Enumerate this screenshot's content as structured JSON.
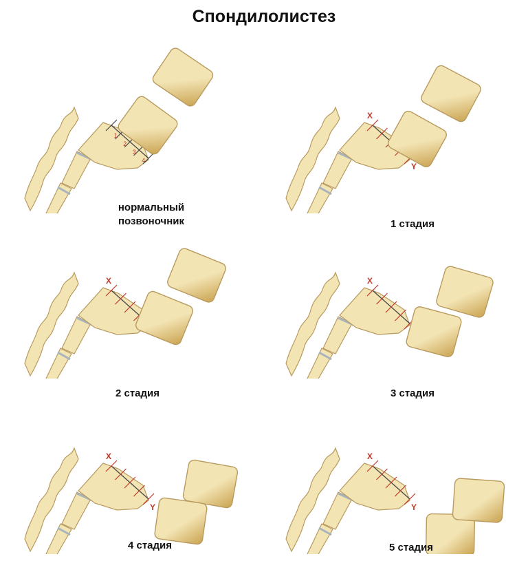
{
  "title": "Спондилолистез",
  "colors": {
    "bone": "#f3e4b4",
    "bone_dark": "#c9a24f",
    "bone_outline": "#b89a5e",
    "disc": "#a8b4bc",
    "marks": "#c0392b",
    "lines": "#444444"
  },
  "stages": [
    {
      "id": "normal",
      "label_line1": "нормальный",
      "label_line2": "позвоночник",
      "slip": 0
    },
    {
      "id": "stage1",
      "label_line1": "1 стадия",
      "label_line2": "",
      "slip": 1
    },
    {
      "id": "stage2",
      "label_line1": "2 стадия",
      "label_line2": "",
      "slip": 2
    },
    {
      "id": "stage3",
      "label_line1": "3 стадия",
      "label_line2": "",
      "slip": 3
    },
    {
      "id": "stage4",
      "label_line1": "4 стадия",
      "label_line2": "",
      "slip": 4
    },
    {
      "id": "stage5",
      "label_line1": "5 стадия",
      "label_line2": "",
      "slip": 5
    }
  ],
  "marks": {
    "top": "X",
    "bottom": "Y",
    "numbers": [
      "1",
      "2",
      "3",
      "4"
    ]
  }
}
